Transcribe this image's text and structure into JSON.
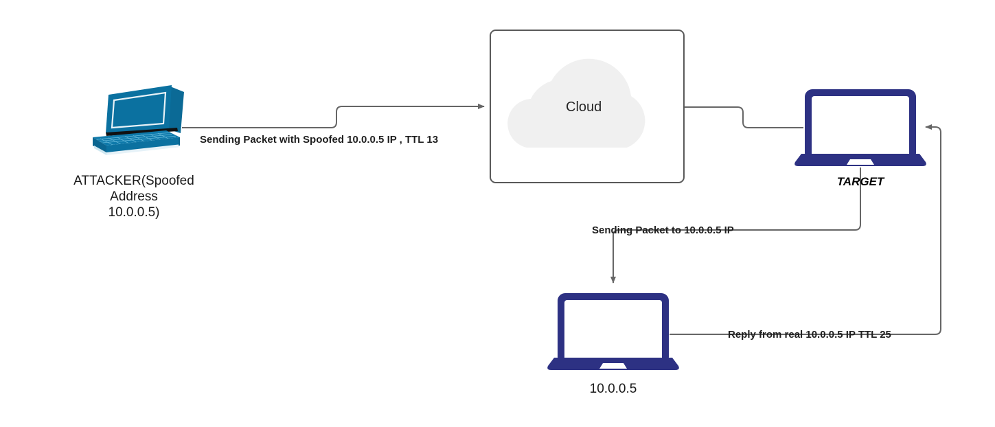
{
  "diagram": {
    "title": "IP Spoofing / TTL Reply Path Network Diagram",
    "background_color": "#ffffff",
    "wire_color": "#666666",
    "nodes": {
      "attacker": {
        "label": "ATTACKER(Spoofed\nAddress\n10.0.0.5)",
        "icon_name": "isometric-laptop-icon",
        "color": "#0b71a0"
      },
      "cloud": {
        "label": "Cloud",
        "icon_name": "cloud-icon",
        "box_border_color": "#595959",
        "cloud_fill": "#f0f0f0"
      },
      "target": {
        "label": "TARGET",
        "icon_name": "laptop-icon",
        "color": "#2d3183"
      },
      "victim": {
        "label": "10.0.0.5",
        "icon_name": "laptop-icon",
        "color": "#2d3183"
      }
    },
    "connections": {
      "attacker_to_cloud": "Sending Packet with Spoofed 10.0.0.5 IP , TTL 13",
      "target_to_victim": "Sending Packet to 10.0.0.5 IP",
      "victim_to_target": "Reply from real 10.0.0.5 IP TTL 25"
    }
  }
}
